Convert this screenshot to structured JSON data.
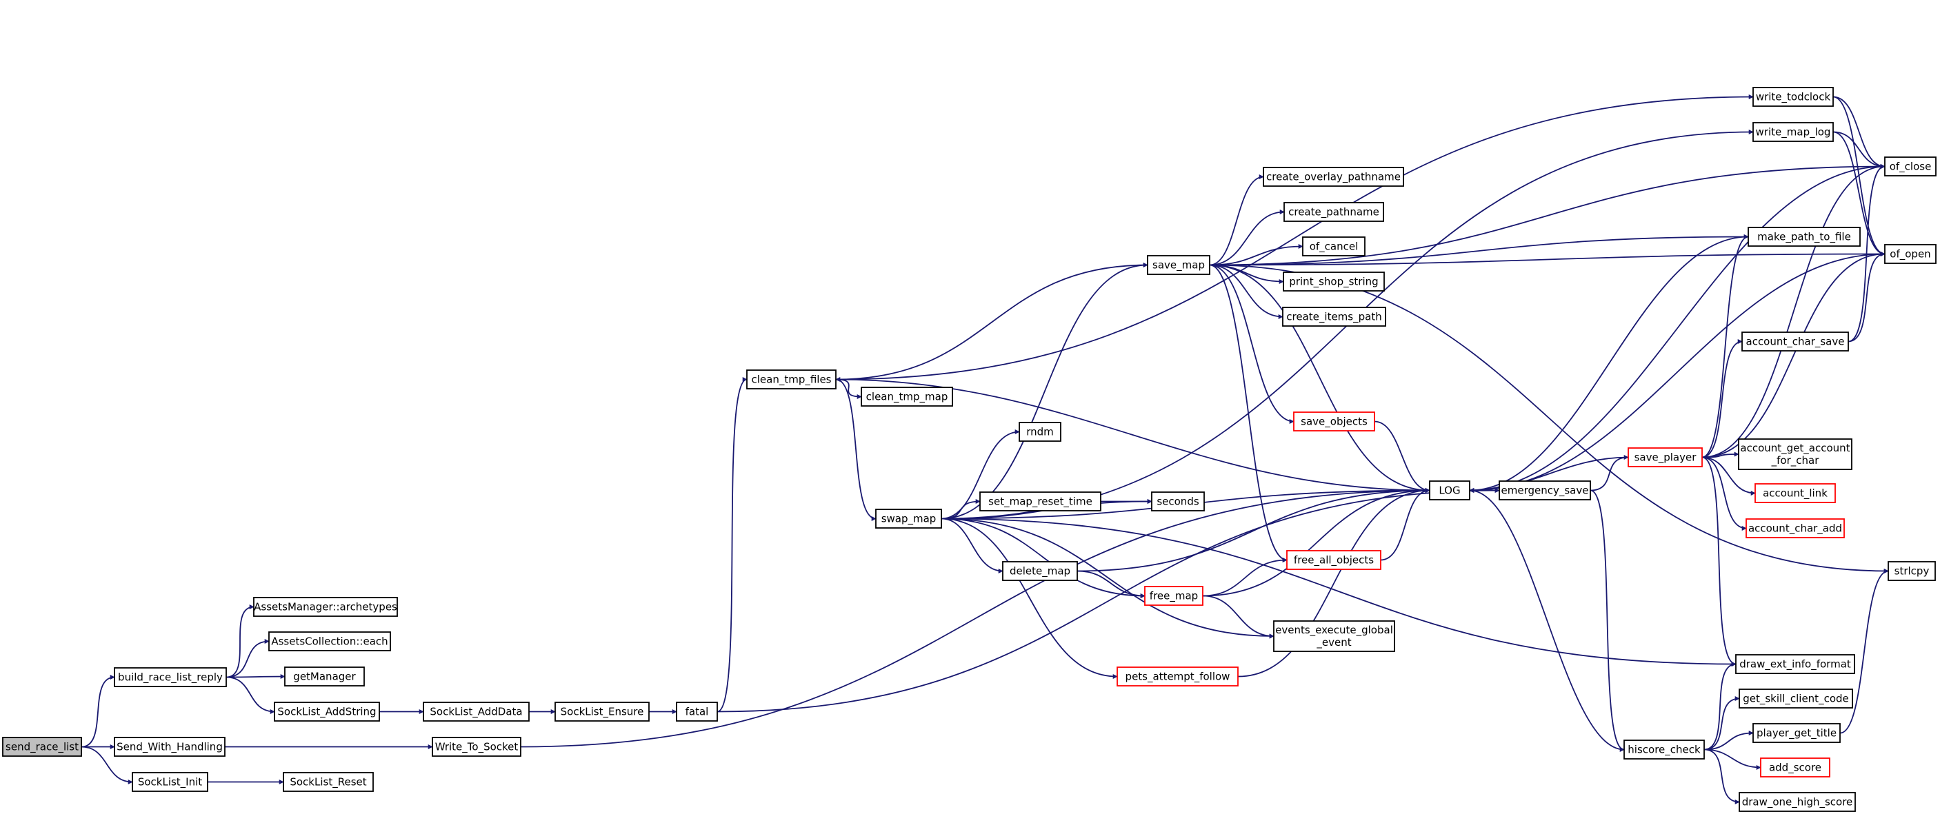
{
  "nodes": {
    "send_race_list": {
      "lines": [
        "send_race_list"
      ]
    },
    "build_race_list_reply": {
      "lines": [
        "build_race_list_reply"
      ]
    },
    "send_with_handling": {
      "lines": [
        "Send_With_Handling"
      ]
    },
    "socklist_init": {
      "lines": [
        "SockList_Init"
      ]
    },
    "assetsmanager_archetypes": {
      "lines": [
        "AssetsManager::archetypes"
      ]
    },
    "assetscollection_each": {
      "lines": [
        "AssetsCollection::each"
      ]
    },
    "getmanager": {
      "lines": [
        "getManager"
      ]
    },
    "socklist_addstring": {
      "lines": [
        "SockList_AddString"
      ]
    },
    "socklist_reset": {
      "lines": [
        "SockList_Reset"
      ]
    },
    "write_to_socket": {
      "lines": [
        "Write_To_Socket"
      ]
    },
    "socklist_adddata": {
      "lines": [
        "SockList_AddData"
      ]
    },
    "socklist_ensure": {
      "lines": [
        "SockList_Ensure"
      ]
    },
    "fatal": {
      "lines": [
        "fatal"
      ]
    },
    "clean_tmp_files": {
      "lines": [
        "clean_tmp_files"
      ]
    },
    "clean_tmp_map": {
      "lines": [
        "clean_tmp_map"
      ]
    },
    "swap_map": {
      "lines": [
        "swap_map"
      ]
    },
    "rndm": {
      "lines": [
        "rndm"
      ]
    },
    "set_map_reset_time": {
      "lines": [
        "set_map_reset_time"
      ]
    },
    "seconds": {
      "lines": [
        "seconds"
      ]
    },
    "delete_map": {
      "lines": [
        "delete_map"
      ]
    },
    "free_map": {
      "lines": [
        "free_map"
      ]
    },
    "pets_attempt_follow": {
      "lines": [
        "pets_attempt_follow"
      ]
    },
    "save_map": {
      "lines": [
        "save_map"
      ]
    },
    "create_overlay_pathname": {
      "lines": [
        "create_overlay_pathname"
      ]
    },
    "create_pathname": {
      "lines": [
        "create_pathname"
      ]
    },
    "of_cancel": {
      "lines": [
        "of_cancel"
      ]
    },
    "print_shop_string": {
      "lines": [
        "print_shop_string"
      ]
    },
    "create_items_path": {
      "lines": [
        "create_items_path"
      ]
    },
    "save_objects": {
      "lines": [
        "save_objects"
      ]
    },
    "free_all_objects": {
      "lines": [
        "free_all_objects"
      ]
    },
    "events_execute_global_event": {
      "lines": [
        "events_execute_global",
        "_event"
      ]
    },
    "log": {
      "lines": [
        "LOG"
      ]
    },
    "emergency_save": {
      "lines": [
        "emergency_save"
      ]
    },
    "save_player": {
      "lines": [
        "save_player"
      ]
    },
    "hiscore_check": {
      "lines": [
        "hiscore_check"
      ]
    },
    "write_todclock": {
      "lines": [
        "write_todclock"
      ]
    },
    "write_map_log": {
      "lines": [
        "write_map_log"
      ]
    },
    "make_path_to_file": {
      "lines": [
        "make_path_to_file"
      ]
    },
    "account_char_save": {
      "lines": [
        "account_char_save"
      ]
    },
    "account_get_account_for_char": {
      "lines": [
        "account_get_account",
        "_for_char"
      ]
    },
    "account_link": {
      "lines": [
        "account_link"
      ]
    },
    "account_char_add": {
      "lines": [
        "account_char_add"
      ]
    },
    "draw_ext_info_format": {
      "lines": [
        "draw_ext_info_format"
      ]
    },
    "get_skill_client_code": {
      "lines": [
        "get_skill_client_code"
      ]
    },
    "player_get_title": {
      "lines": [
        "player_get_title"
      ]
    },
    "add_score": {
      "lines": [
        "add_score"
      ]
    },
    "draw_one_high_score": {
      "lines": [
        "draw_one_high_score"
      ]
    },
    "of_close": {
      "lines": [
        "of_close"
      ]
    },
    "of_open": {
      "lines": [
        "of_open"
      ]
    },
    "strlcpy": {
      "lines": [
        "strlcpy"
      ]
    }
  },
  "edges": [
    [
      "send_race_list",
      "build_race_list_reply"
    ],
    [
      "send_race_list",
      "send_with_handling"
    ],
    [
      "send_race_list",
      "socklist_init"
    ],
    [
      "build_race_list_reply",
      "assetsmanager_archetypes"
    ],
    [
      "build_race_list_reply",
      "assetscollection_each"
    ],
    [
      "build_race_list_reply",
      "getmanager"
    ],
    [
      "build_race_list_reply",
      "socklist_addstring"
    ],
    [
      "socklist_addstring",
      "socklist_adddata"
    ],
    [
      "socklist_adddata",
      "socklist_ensure"
    ],
    [
      "socklist_ensure",
      "fatal"
    ],
    [
      "send_with_handling",
      "write_to_socket"
    ],
    [
      "socklist_init",
      "socklist_reset"
    ],
    [
      "write_to_socket",
      "log"
    ],
    [
      "fatal",
      "clean_tmp_files"
    ],
    [
      "fatal",
      "emergency_save"
    ],
    [
      "clean_tmp_files",
      "clean_tmp_map"
    ],
    [
      "clean_tmp_files",
      "swap_map"
    ],
    [
      "clean_tmp_files",
      "save_map"
    ],
    [
      "clean_tmp_files",
      "write_todclock"
    ],
    [
      "swap_map",
      "rndm"
    ],
    [
      "swap_map",
      "set_map_reset_time"
    ],
    [
      "swap_map",
      "seconds"
    ],
    [
      "swap_map",
      "delete_map"
    ],
    [
      "swap_map",
      "free_map"
    ],
    [
      "swap_map",
      "events_execute_global_event"
    ],
    [
      "swap_map",
      "pets_attempt_follow"
    ],
    [
      "swap_map",
      "save_map"
    ],
    [
      "swap_map",
      "log"
    ],
    [
      "swap_map",
      "draw_ext_info_format"
    ],
    [
      "swap_map",
      "write_map_log"
    ],
    [
      "set_map_reset_time",
      "seconds"
    ],
    [
      "delete_map",
      "free_map"
    ],
    [
      "delete_map",
      "log"
    ],
    [
      "free_map",
      "free_all_objects"
    ],
    [
      "free_map",
      "events_execute_global_event"
    ],
    [
      "free_map",
      "log"
    ],
    [
      "pets_attempt_follow",
      "log"
    ],
    [
      "save_map",
      "create_overlay_pathname"
    ],
    [
      "save_map",
      "create_pathname"
    ],
    [
      "save_map",
      "of_cancel"
    ],
    [
      "save_map",
      "print_shop_string"
    ],
    [
      "save_map",
      "create_items_path"
    ],
    [
      "save_map",
      "save_objects"
    ],
    [
      "save_map",
      "free_all_objects"
    ],
    [
      "save_map",
      "log"
    ],
    [
      "save_map",
      "make_path_to_file"
    ],
    [
      "save_map",
      "of_close"
    ],
    [
      "save_map",
      "of_open"
    ],
    [
      "save_map",
      "strlcpy"
    ],
    [
      "save_objects",
      "log"
    ],
    [
      "free_all_objects",
      "log"
    ],
    [
      "log",
      "clean_tmp_files"
    ],
    [
      "log",
      "emergency_save"
    ],
    [
      "emergency_save",
      "save_player"
    ],
    [
      "emergency_save",
      "hiscore_check"
    ],
    [
      "save_player",
      "log"
    ],
    [
      "save_player",
      "make_path_to_file"
    ],
    [
      "save_player",
      "account_char_save"
    ],
    [
      "save_player",
      "account_get_account_for_char"
    ],
    [
      "save_player",
      "account_link"
    ],
    [
      "save_player",
      "account_char_add"
    ],
    [
      "save_player",
      "draw_ext_info_format"
    ],
    [
      "save_player",
      "of_close"
    ],
    [
      "save_player",
      "of_open"
    ],
    [
      "make_path_to_file",
      "log"
    ],
    [
      "account_char_save",
      "of_close"
    ],
    [
      "account_char_save",
      "of_open"
    ],
    [
      "of_close",
      "log"
    ],
    [
      "of_open",
      "log"
    ],
    [
      "write_todclock",
      "of_close"
    ],
    [
      "write_todclock",
      "of_open"
    ],
    [
      "write_map_log",
      "of_close"
    ],
    [
      "write_map_log",
      "of_open"
    ],
    [
      "hiscore_check",
      "log"
    ],
    [
      "hiscore_check",
      "draw_ext_info_format"
    ],
    [
      "hiscore_check",
      "get_skill_client_code"
    ],
    [
      "hiscore_check",
      "player_get_title"
    ],
    [
      "hiscore_check",
      "add_score"
    ],
    [
      "hiscore_check",
      "draw_one_high_score"
    ],
    [
      "player_get_title",
      "strlcpy"
    ]
  ],
  "colors": {
    "edge": "#191970",
    "node_border": "#000000",
    "node_border_highlight": "#ff0000",
    "root_fill": "#bfbfbf"
  }
}
